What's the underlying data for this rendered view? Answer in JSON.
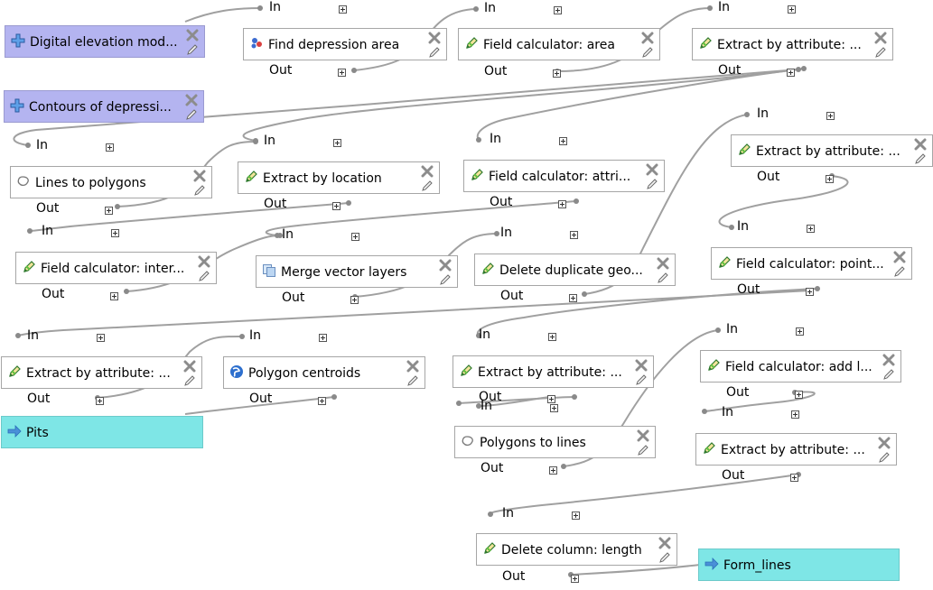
{
  "port_labels": {
    "in": "In",
    "out": "Out"
  },
  "colors": {
    "wire": "#a0a0a0",
    "input_node": "#b4b4f0",
    "output_node": "#7ee6e6",
    "node_border": "#a6a6a6",
    "close_icon": "#909090"
  },
  "nodes": [
    {
      "id": "dem",
      "kind": "input",
      "label": "Digital elevation mod...",
      "icon": "plus-icon",
      "in": false,
      "out": false
    },
    {
      "id": "contours",
      "kind": "input",
      "label": "Contours of depressi...",
      "icon": "plus-icon",
      "in": false,
      "out": false
    },
    {
      "id": "find",
      "kind": "algorithm",
      "label": "Find depression area",
      "icon": "grass-icon",
      "in": true,
      "out": true
    },
    {
      "id": "fc_area",
      "kind": "algorithm",
      "label": "Field calculator: area",
      "icon": "pencil-icon",
      "in": true,
      "out": true
    },
    {
      "id": "extract1",
      "kind": "algorithm",
      "label": "Extract by attribute: ...",
      "icon": "pencil-icon",
      "in": true,
      "out": true
    },
    {
      "id": "lines2poly",
      "kind": "algorithm",
      "label": "Lines to polygons",
      "icon": "loop-icon",
      "in": true,
      "out": true
    },
    {
      "id": "extract_loc",
      "kind": "algorithm",
      "label": "Extract by location",
      "icon": "pencil-icon",
      "in": true,
      "out": true
    },
    {
      "id": "fc_attr",
      "kind": "algorithm",
      "label": "Field calculator: attri...",
      "icon": "pencil-icon",
      "in": true,
      "out": true
    },
    {
      "id": "extract2",
      "kind": "algorithm",
      "label": "Extract by attribute: ...",
      "icon": "pencil-icon",
      "in": true,
      "out": true
    },
    {
      "id": "fc_inter",
      "kind": "algorithm",
      "label": "Field calculator: inter...",
      "icon": "pencil-icon",
      "in": true,
      "out": true
    },
    {
      "id": "merge",
      "kind": "algorithm",
      "label": "Merge vector layers",
      "icon": "layers-icon",
      "in": true,
      "out": true
    },
    {
      "id": "deldup",
      "kind": "algorithm",
      "label": "Delete duplicate geo...",
      "icon": "pencil-icon",
      "in": true,
      "out": true
    },
    {
      "id": "fc_point",
      "kind": "algorithm",
      "label": "Field calculator: point...",
      "icon": "pencil-icon",
      "in": true,
      "out": true
    },
    {
      "id": "extract3",
      "kind": "algorithm",
      "label": "Extract by attribute: ...",
      "icon": "pencil-icon",
      "in": true,
      "out": true
    },
    {
      "id": "centroids",
      "kind": "algorithm",
      "label": "Polygon centroids",
      "icon": "globe-icon",
      "in": true,
      "out": true
    },
    {
      "id": "extract4",
      "kind": "algorithm",
      "label": "Extract by attribute: ...",
      "icon": "pencil-icon",
      "in": true,
      "out": true
    },
    {
      "id": "fc_addl",
      "kind": "algorithm",
      "label": "Field calculator: add l...",
      "icon": "pencil-icon",
      "in": true,
      "out": true
    },
    {
      "id": "pits",
      "kind": "output",
      "label": "Pits",
      "icon": "arrow-icon",
      "in": false,
      "out": false
    },
    {
      "id": "poly2lines",
      "kind": "algorithm",
      "label": "Polygons to lines",
      "icon": "loop-icon",
      "in": true,
      "out": true
    },
    {
      "id": "extract5",
      "kind": "algorithm",
      "label": "Extract by attribute: ...",
      "icon": "pencil-icon",
      "in": true,
      "out": true
    },
    {
      "id": "delcol",
      "kind": "algorithm",
      "label": "Delete column: length",
      "icon": "pencil-icon",
      "in": true,
      "out": true
    },
    {
      "id": "formlines",
      "kind": "output",
      "label": "Form_lines",
      "icon": "arrow-icon",
      "in": false,
      "out": false
    }
  ]
}
